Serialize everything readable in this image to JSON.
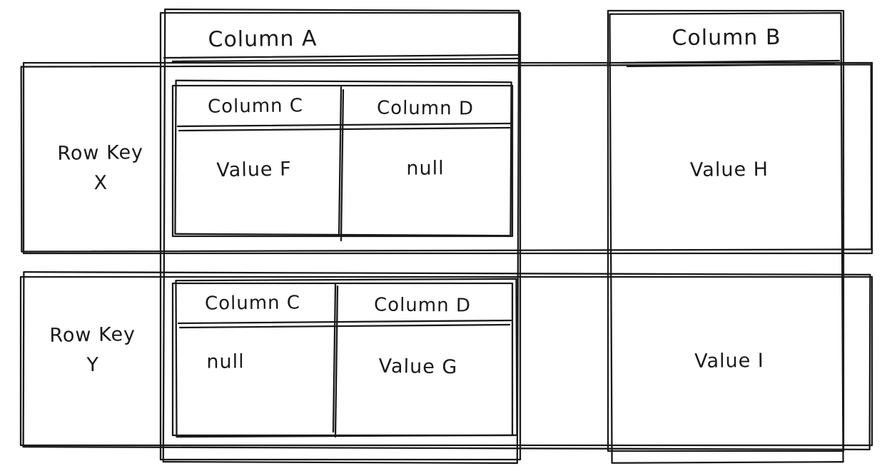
{
  "style": {
    "ink_color": "#1a1a1a",
    "background_color": "#ffffff"
  },
  "diagram": {
    "column_a": {
      "header": "Column A"
    },
    "column_b": {
      "header": "Column B"
    },
    "rows": [
      {
        "key_line1": "Row Key",
        "key_line2": "X",
        "nested_table": {
          "column_c_header": "Column C",
          "column_d_header": "Column D",
          "column_c_value": "Value F",
          "column_d_value": "null"
        },
        "column_b_value": "Value H"
      },
      {
        "key_line1": "Row Key",
        "key_line2": "Y",
        "nested_table": {
          "column_c_header": "Column C",
          "column_d_header": "Column D",
          "column_c_value": "null",
          "column_d_value": "Value G"
        },
        "column_b_value": "Value I"
      }
    ]
  }
}
